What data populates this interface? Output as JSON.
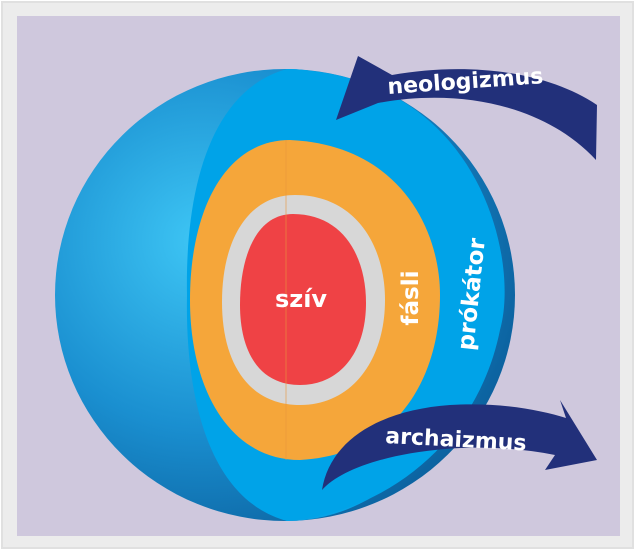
{
  "layers": {
    "core": "szív",
    "middle": "fásli",
    "outer": "prókátor"
  },
  "arrows": {
    "incoming": "neologizmus",
    "outgoing": "archaizmus"
  },
  "colors": {
    "background": "#cfc8dd",
    "border": "#e8e8e8",
    "sphere": "#1ea3e0",
    "shell": "#00a3e8",
    "middle": "#f5a63a",
    "ring": "#d7d7d7",
    "core": "#ef4245",
    "arrow": "#22307a"
  }
}
